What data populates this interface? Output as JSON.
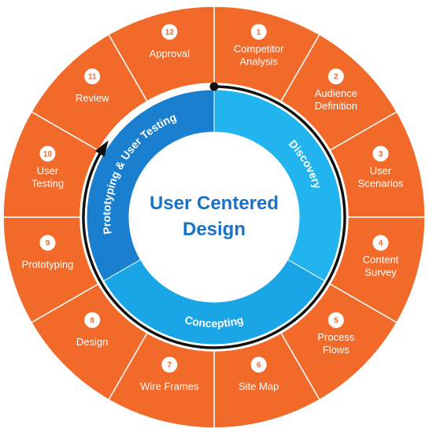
{
  "center": {
    "line1": "User Centered",
    "line2": "Design"
  },
  "segments": [
    {
      "number": "1",
      "lines": [
        "Competitor",
        "Analysis"
      ]
    },
    {
      "number": "2",
      "lines": [
        "Audience",
        "Definition"
      ]
    },
    {
      "number": "3",
      "lines": [
        "User",
        "Scenarios"
      ]
    },
    {
      "number": "4",
      "lines": [
        "Content",
        "Survey"
      ]
    },
    {
      "number": "5",
      "lines": [
        "Process",
        "Flows"
      ]
    },
    {
      "number": "6",
      "lines": [
        "Site Map"
      ]
    },
    {
      "number": "7",
      "lines": [
        "Wire Frames"
      ]
    },
    {
      "number": "8",
      "lines": [
        "Design"
      ]
    },
    {
      "number": "9",
      "lines": [
        "Prototyping"
      ]
    },
    {
      "number": "10",
      "lines": [
        "User",
        "Testing"
      ]
    },
    {
      "number": "11",
      "lines": [
        "Review"
      ]
    },
    {
      "number": "12",
      "lines": [
        "Approval"
      ]
    }
  ],
  "phases": [
    {
      "label": "Discovery"
    },
    {
      "label": "Concepting"
    },
    {
      "label": "Prototyping & User Testing"
    }
  ],
  "colors": {
    "orange": "#f26a2a",
    "segment_border": "#ffffff",
    "light_blue": "#22b4ee",
    "mid_blue": "#1aa6e6",
    "dark_blue": "#1a7fcf",
    "title_blue": "#1873c6",
    "arrow": "#111111"
  }
}
